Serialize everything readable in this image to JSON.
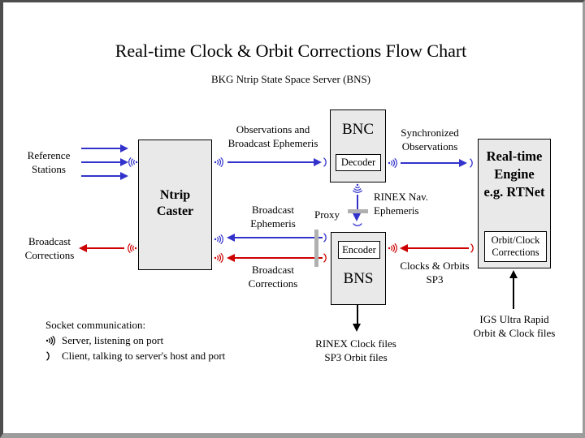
{
  "slide": {
    "title": "Real-time Clock & Orbit Corrections Flow Chart",
    "subtitle": "BKG Ntrip State Space Server (BNS)"
  },
  "colors": {
    "observation_flow_blue": "#3333cc",
    "correction_flow_red": "#cc0000",
    "file_flow_black": "#000000",
    "node_fill": "#e9e9e9",
    "proxy_bar_gray": "#b0b0b0",
    "frame_dark": "#4d4d4d",
    "frame_light": "#9c9c9c"
  },
  "icons": {
    "server_socket": ")))",
    "client_socket": ")"
  },
  "nodes": {
    "ntrip_caster": {
      "label": "Ntrip\nCaster"
    },
    "bnc": {
      "label": "BNC",
      "sub_label": "Decoder"
    },
    "bns": {
      "label": "BNS",
      "sub_label": "Encoder"
    },
    "rt_engine": {
      "label": "Real-time\nEngine\ne.g. RTNet",
      "sub_label": "Orbit/Clock\nCorrections"
    }
  },
  "labels": {
    "reference_stations": "Reference\nStations",
    "broadcast_corrections_left": "Broadcast\nCorrections",
    "observations_ephemeris": "Observations and\nBroadcast Ephemeris",
    "synchronized_observations": "Synchronized\nObservations",
    "rinex_nav_ephemeris": "RINEX Nav.\nEphemeris",
    "proxy": "Proxy",
    "broadcast_ephemeris": "Broadcast\nEphemeris",
    "broadcast_corrections_mid": "Broadcast\nCorrections",
    "clocks_orbits_sp3": "Clocks & Orbits\nSP3",
    "rinex_clock_files": "RINEX Clock files\nSP3 Orbit files",
    "igs_ultra_rapid": "IGS Ultra Rapid\nOrbit & Clock files"
  },
  "legend": {
    "title": "Socket communication:",
    "server": "Server, listening on port",
    "client": "Client, talking to server's host and port"
  }
}
